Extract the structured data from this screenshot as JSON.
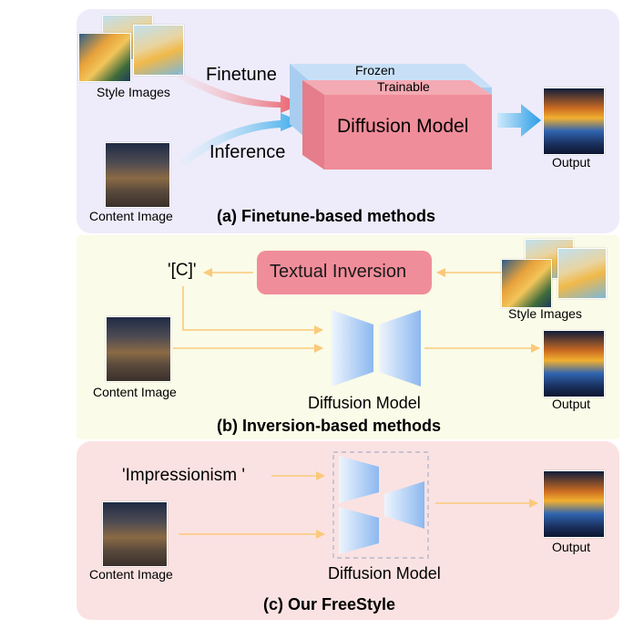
{
  "panel_a": {
    "style_images_label": "Style Images",
    "finetune_label": "Finetune",
    "inference_label": "Inference",
    "frozen_label": "Frozen",
    "trainable_label": "Trainable",
    "model_label": "Diffusion Model",
    "content_image_label": "Content Image",
    "output_label": "Output",
    "caption": "(a) Finetune-based methods"
  },
  "panel_b": {
    "token_label": "'[C]'",
    "textual_inversion_label": "Textual Inversion",
    "style_images_label": "Style Images",
    "content_image_label": "Content Image",
    "model_label": "Diffusion Model",
    "output_label": "Output",
    "caption": "(b) Inversion-based methods"
  },
  "panel_c": {
    "prompt_label": "'Impressionism '",
    "content_image_label": "Content Image",
    "model_label": "Diffusion Model",
    "output_label": "Output",
    "caption": "(c) Our FreeStyle"
  },
  "colors": {
    "panel_a_bg": "#eeecfa",
    "panel_b_bg": "#fafbe8",
    "panel_c_bg": "#fae2e2",
    "trainable_pink": "#f08d9a",
    "frozen_blue": "#a9cdf0",
    "arrow_orange": "#fbc97a",
    "unet_blue": "#9fc3f2"
  }
}
